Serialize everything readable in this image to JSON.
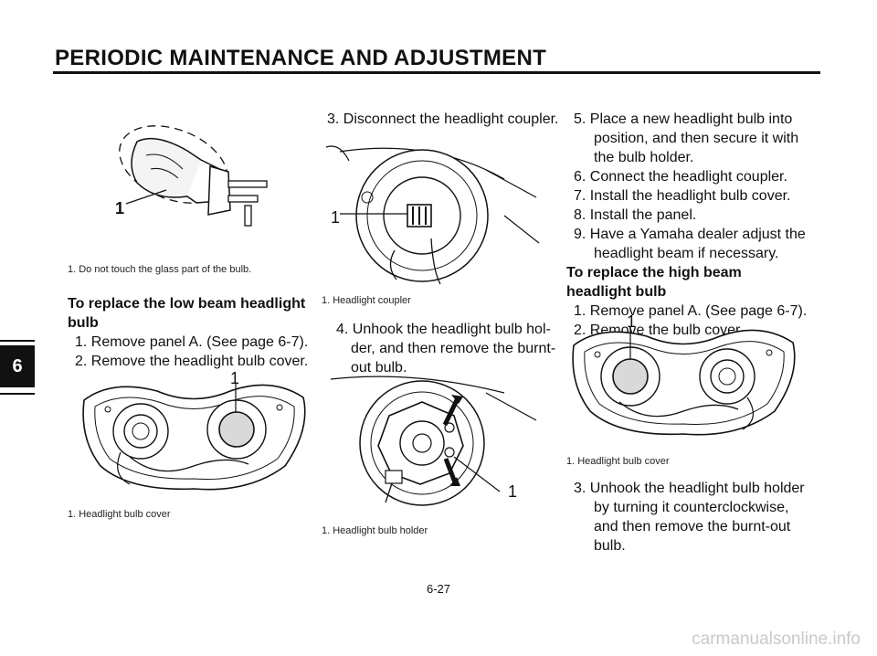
{
  "header": {
    "title": "PERIODIC MAINTENANCE AND ADJUSTMENT"
  },
  "chapter_tab": "6",
  "col1": {
    "fig1_callout": "1",
    "fig1_caption": "1. Do not touch the glass part of the bulb.",
    "heading_line1": "To replace the low beam headlight",
    "heading_line2": "bulb",
    "step1": "1. Remove panel A. (See page 6-7).",
    "step2": "2. Remove the headlight bulb cover.",
    "fig2_callout": "1",
    "fig2_caption": "1. Headlight bulb cover"
  },
  "col2": {
    "step3": "3. Disconnect the headlight coupler.",
    "fig3_callout": "1",
    "fig3_caption": "1. Headlight coupler",
    "step4_line1": "4. Unhook the headlight bulb hol-",
    "step4_line2": "der, and then remove the burnt-",
    "step4_line3": "out bulb.",
    "fig4_callout": "1",
    "fig4_caption": "1. Headlight bulb holder"
  },
  "col3": {
    "step5_line1": "5. Place a new headlight bulb into",
    "step5_line2": "position, and then secure it with",
    "step5_line3": "the bulb holder.",
    "step6": "6. Connect the headlight coupler.",
    "step7": "7. Install the headlight bulb cover.",
    "step8": "8. Install the panel.",
    "step9_line1": "9. Have a Yamaha dealer adjust the",
    "step9_line2": "headlight beam if necessary.",
    "heading_line1": "To replace the high beam",
    "heading_line2": "headlight bulb",
    "hstep1": "1. Remove panel A. (See page 6-7).",
    "hstep2": "2. Remove the bulb cover.",
    "fig5_callout": "1",
    "fig5_caption": "1. Headlight bulb cover",
    "hstep3_line1": "3. Unhook the headlight bulb holder",
    "hstep3_line2": "by turning it counterclockwise,",
    "hstep3_line3": "and then remove the burnt-out",
    "hstep3_line4": "bulb."
  },
  "footer": {
    "page_number": "6-27",
    "watermark": "carmanualsonline.info"
  }
}
